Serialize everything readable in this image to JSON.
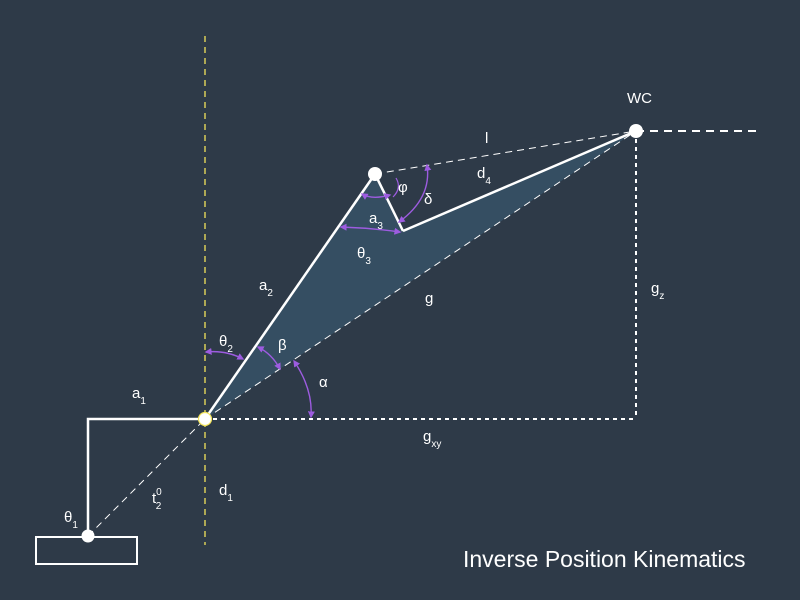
{
  "diagram": {
    "caption": "Inverse Position Kinematics",
    "colors": {
      "background": "#2e3a48",
      "triangle_fill": "#354e62",
      "lines": "#ffffff",
      "dashed_axis": "#f2e35a",
      "angle_arcs": "#9d5ce0"
    },
    "labels": {
      "wc": "WC",
      "l": "l",
      "d4": {
        "main": "d",
        "sub": "4"
      },
      "a3": {
        "main": "a",
        "sub": "3"
      },
      "theta3": {
        "main": "θ",
        "sub": "3"
      },
      "phi": "φ",
      "delta": "δ",
      "a2": {
        "main": "a",
        "sub": "2"
      },
      "g": "g",
      "gz": {
        "main": "g",
        "sub": "z"
      },
      "theta2": {
        "main": "θ",
        "sub": "2"
      },
      "beta": "β",
      "alpha": "α",
      "a1": {
        "main": "a",
        "sub": "1"
      },
      "gxy": {
        "main": "g",
        "sub": "xy"
      },
      "d1": {
        "main": "d",
        "sub": "1"
      },
      "t02": {
        "main": "t",
        "sup": "0",
        "sub": "2"
      },
      "theta1": {
        "main": "θ",
        "sub": "1"
      }
    }
  }
}
